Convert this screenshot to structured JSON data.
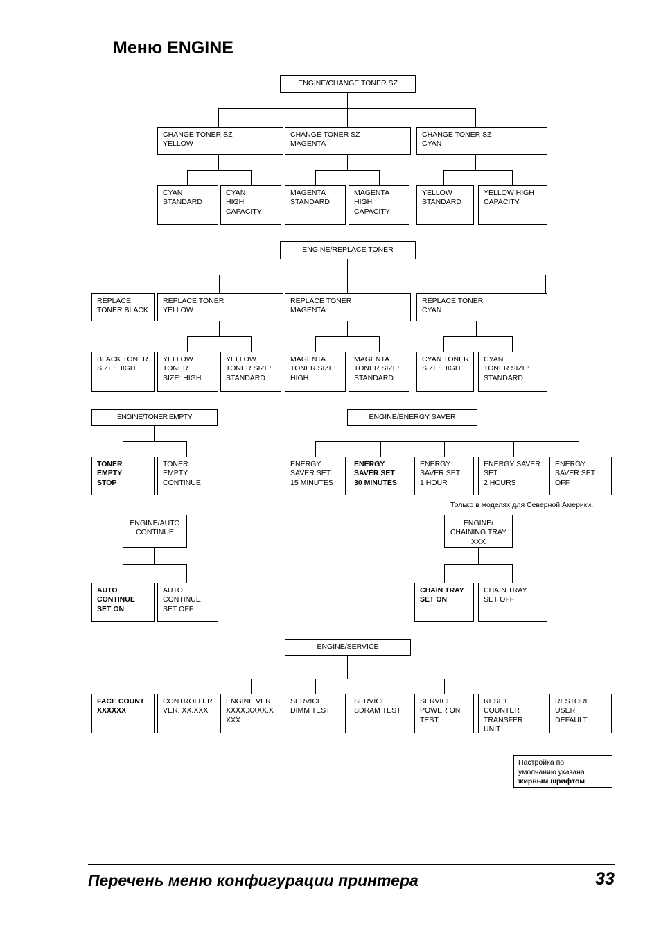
{
  "page": {
    "title": "Меню ENGINE",
    "footer_title": "Перечень меню конфигурации принтера",
    "footer_page": "33"
  },
  "legend": {
    "line1": "Настройка по",
    "line2": "умолчанию указана",
    "line3_bold": "жирным шрифтом",
    "line3_tail": "."
  },
  "notes": {
    "north_america": "Только в моделях для Северной Америки."
  },
  "diagram": {
    "change_toner_sz": {
      "root": "ENGINE/CHANGE TONER SZ",
      "level2": [
        "CHANGE TONER SZ\n YELLOW",
        "CHANGE TONER SZ\n MAGENTA",
        "CHANGE TONER SZ\n CYAN"
      ],
      "leaves": [
        "CYAN\nSTANDARD",
        "CYAN\nHIGH\nCAPACITY",
        "MAGENTA\nSTANDARD",
        "MAGENTA\nHIGH\nCAPACITY",
        "YELLOW\nSTANDARD",
        "YELLOW HIGH\nCAPACITY"
      ]
    },
    "replace_toner": {
      "root": "ENGINE/REPLACE TONER",
      "level2": [
        "REPLACE\nTONER BLACK",
        "REPLACE TONER\n YELLOW",
        "REPLACE TONER\n MAGENTA",
        "REPLACE TONER\n CYAN"
      ],
      "leaves": [
        "BLACK TONER\nSIZE: HIGH",
        "YELLOW\nTONER\nSIZE: HIGH",
        "YELLOW\nTONER SIZE:\nSTANDARD",
        "MAGENTA\nTONER SIZE:\nHIGH",
        "MAGENTA\nTONER SIZE:\nSTANDARD",
        "CYAN TONER\nSIZE: HIGH",
        "CYAN\nTONER SIZE:\nSTANDARD"
      ]
    },
    "toner_empty": {
      "root": "ENGINE/TONER EMPTY",
      "leaves": [
        {
          "text": "TONER\nEMPTY\nSTOP",
          "bold": true
        },
        {
          "text": "TONER\nEMPTY\nCONTINUE",
          "bold": false
        }
      ]
    },
    "energy_saver": {
      "root": "ENGINE/ENERGY SAVER",
      "leaves": [
        {
          "text": "ENERGY\nSAVER SET\n15 MINUTES",
          "bold": false
        },
        {
          "text": "ENERGY\nSAVER SET\n30 MINUTES",
          "bold": true
        },
        {
          "text": "ENERGY\nSAVER SET\n1 HOUR",
          "bold": false
        },
        {
          "text": "ENERGY SAVER\nSET\n2 HOURS",
          "bold": false
        },
        {
          "text": "ENERGY\nSAVER SET\nOFF",
          "bold": false
        }
      ]
    },
    "auto_continue": {
      "root": "ENGINE/AUTO\nCONTINUE",
      "leaves": [
        {
          "text": "AUTO\nCONTINUE\nSET ON",
          "bold": true
        },
        {
          "text": "AUTO\nCONTINUE\nSET OFF",
          "bold": false
        }
      ]
    },
    "chaining_tray": {
      "root": "ENGINE/\nCHAINING TRAY\nXXX",
      "leaves": [
        {
          "text": "CHAIN TRAY\nSET ON",
          "bold": true
        },
        {
          "text": "CHAIN TRAY\nSET OFF",
          "bold": false
        }
      ]
    },
    "service": {
      "root": "ENGINE/SERVICE",
      "leaves": [
        {
          "text": "FACE COUNT\nXXXXXX",
          "bold": true
        },
        {
          "text": "CONTROLLER\nVER. XX.XXX",
          "bold": false
        },
        {
          "text": "ENGINE VER.\nXXXX.XXXX.X\nXXX",
          "bold": false
        },
        {
          "text": "SERVICE\nDIMM TEST",
          "bold": false
        },
        {
          "text": "SERVICE\nSDRAM TEST",
          "bold": false
        },
        {
          "text": "SERVICE\nPOWER ON\nTEST",
          "bold": false
        },
        {
          "text": "RESET\nCOUNTER\nTRANSFER\nUNIT",
          "bold": false
        },
        {
          "text": "RESTORE\nUSER\nDEFAULT",
          "bold": false
        }
      ]
    }
  }
}
